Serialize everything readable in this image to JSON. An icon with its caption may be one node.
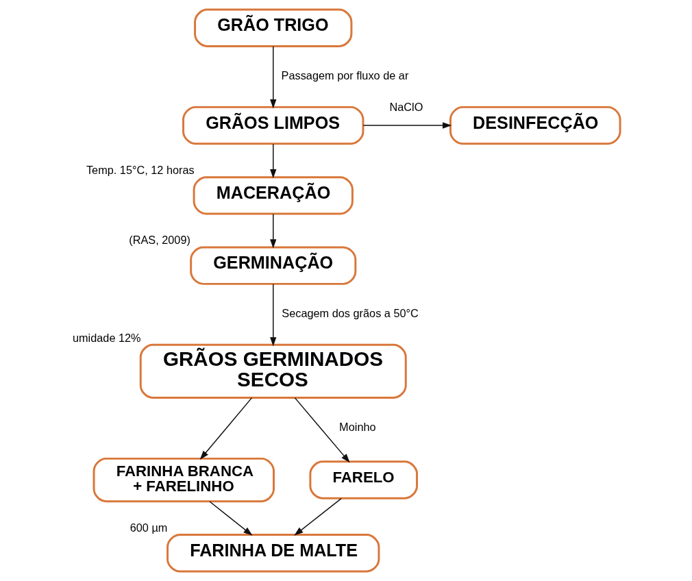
{
  "diagram": {
    "nodes": [
      {
        "text": [
          "GRÃO TRIGO"
        ]
      },
      {
        "text": [
          "GRÃOS LIMPOS"
        ]
      },
      {
        "text": [
          "DESINFECÇÃO"
        ]
      },
      {
        "text": [
          "MACERAÇÃO"
        ],
        "beside": [
          "Temp. 15°C, 12 horas"
        ]
      },
      {
        "text": [
          "GERMINAÇÃO"
        ],
        "beside": [
          "(RAS, 2009)"
        ]
      },
      {
        "text": [
          "GRÃOS GERMINADOS SECOS"
        ],
        "beside": [
          "umidade 12%"
        ]
      },
      {
        "text": [
          "FARINHA BRANCA + FARELINHO"
        ]
      },
      {
        "text": [
          "FARELO"
        ]
      },
      {
        "text": [
          "FARINHA DE MALTE"
        ],
        "beside": [
          "600 µm"
        ]
      }
    ],
    "edges": [
      {
        "from": 0,
        "to": 1,
        "arrow": "to",
        "label": "Passagem por fluxo de ar"
      },
      {
        "from": 1,
        "to": 2,
        "arrow": "to",
        "label": "NaClO"
      },
      {
        "from": 1,
        "to": 3,
        "arrow": "to"
      },
      {
        "from": 3,
        "to": 4,
        "arrow": "to"
      },
      {
        "from": 4,
        "to": 5,
        "arrow": "to",
        "label": "Secagem dos grãos a 50°C"
      },
      {
        "from": 5,
        "to": 6,
        "arrow": "to"
      },
      {
        "from": 5,
        "to": 7,
        "arrow": "to",
        "label": "Moinho"
      },
      {
        "from": 6,
        "to": 8,
        "arrow": "to"
      },
      {
        "from": 7,
        "to": 8,
        "arrow": "to"
      }
    ]
  }
}
